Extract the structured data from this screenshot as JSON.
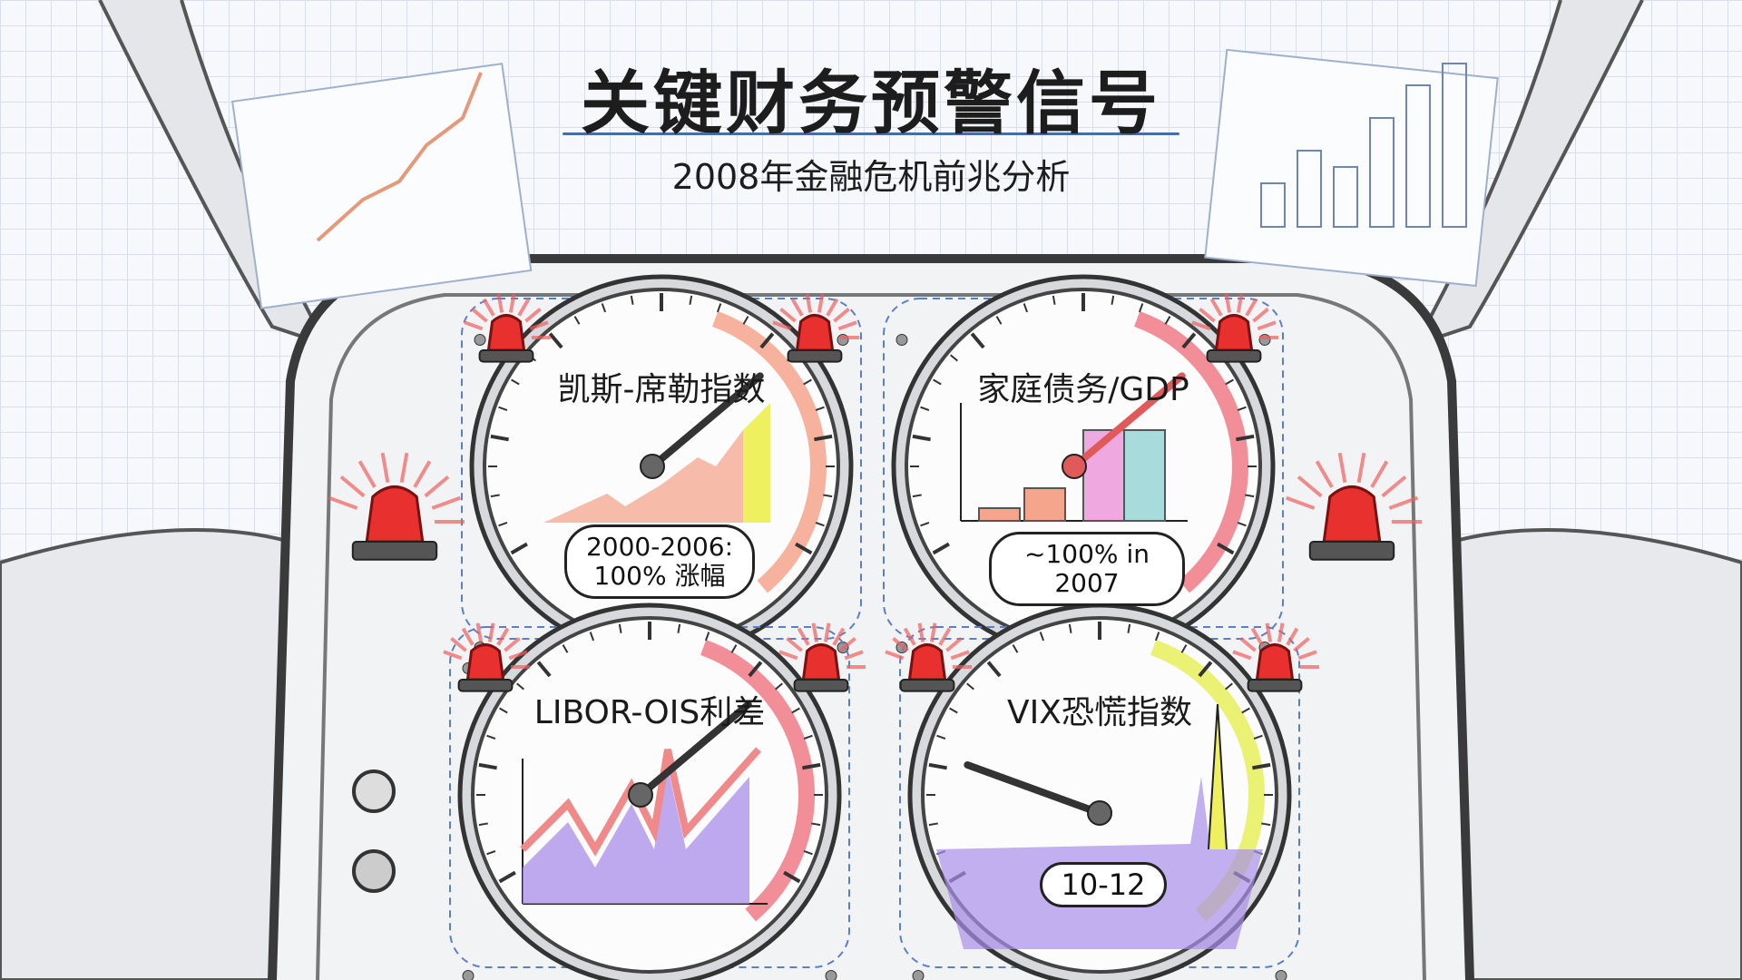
{
  "header": {
    "title": "关键财务预警信号",
    "subtitle": "2008年金融危机前兆分析"
  },
  "gauges": [
    {
      "title": "凯斯-席勒指数",
      "value_label": "2000-2006:\n100% 涨幅",
      "value_line1": "2000-2006:",
      "value_line2": "100% 涨幅",
      "needle": "high",
      "accent": "#f4a58c"
    },
    {
      "title": "家庭债务/GDP",
      "value_label": "~100% in 2007",
      "needle": "high",
      "accent": "#f07a86"
    },
    {
      "title": "LIBOR-OIS利差",
      "needle": "high",
      "accent": "#f07a86"
    },
    {
      "title": "VIX恐慌指数",
      "value_label": "10-12",
      "needle": "low",
      "accent": "#e6ee5a"
    }
  ],
  "colors": {
    "alarm": "#e8302e",
    "purple": "#a98ee8",
    "salmon": "#f4a58c",
    "pink": "#f0a8e0",
    "teal": "#a8dcdc",
    "yellow": "#eef060",
    "frame": "#444444",
    "title_underline": "#4a6aa8"
  },
  "icons": [
    "alarm-beacon-icon",
    "gauge-needle-icon",
    "knob-icon"
  ]
}
